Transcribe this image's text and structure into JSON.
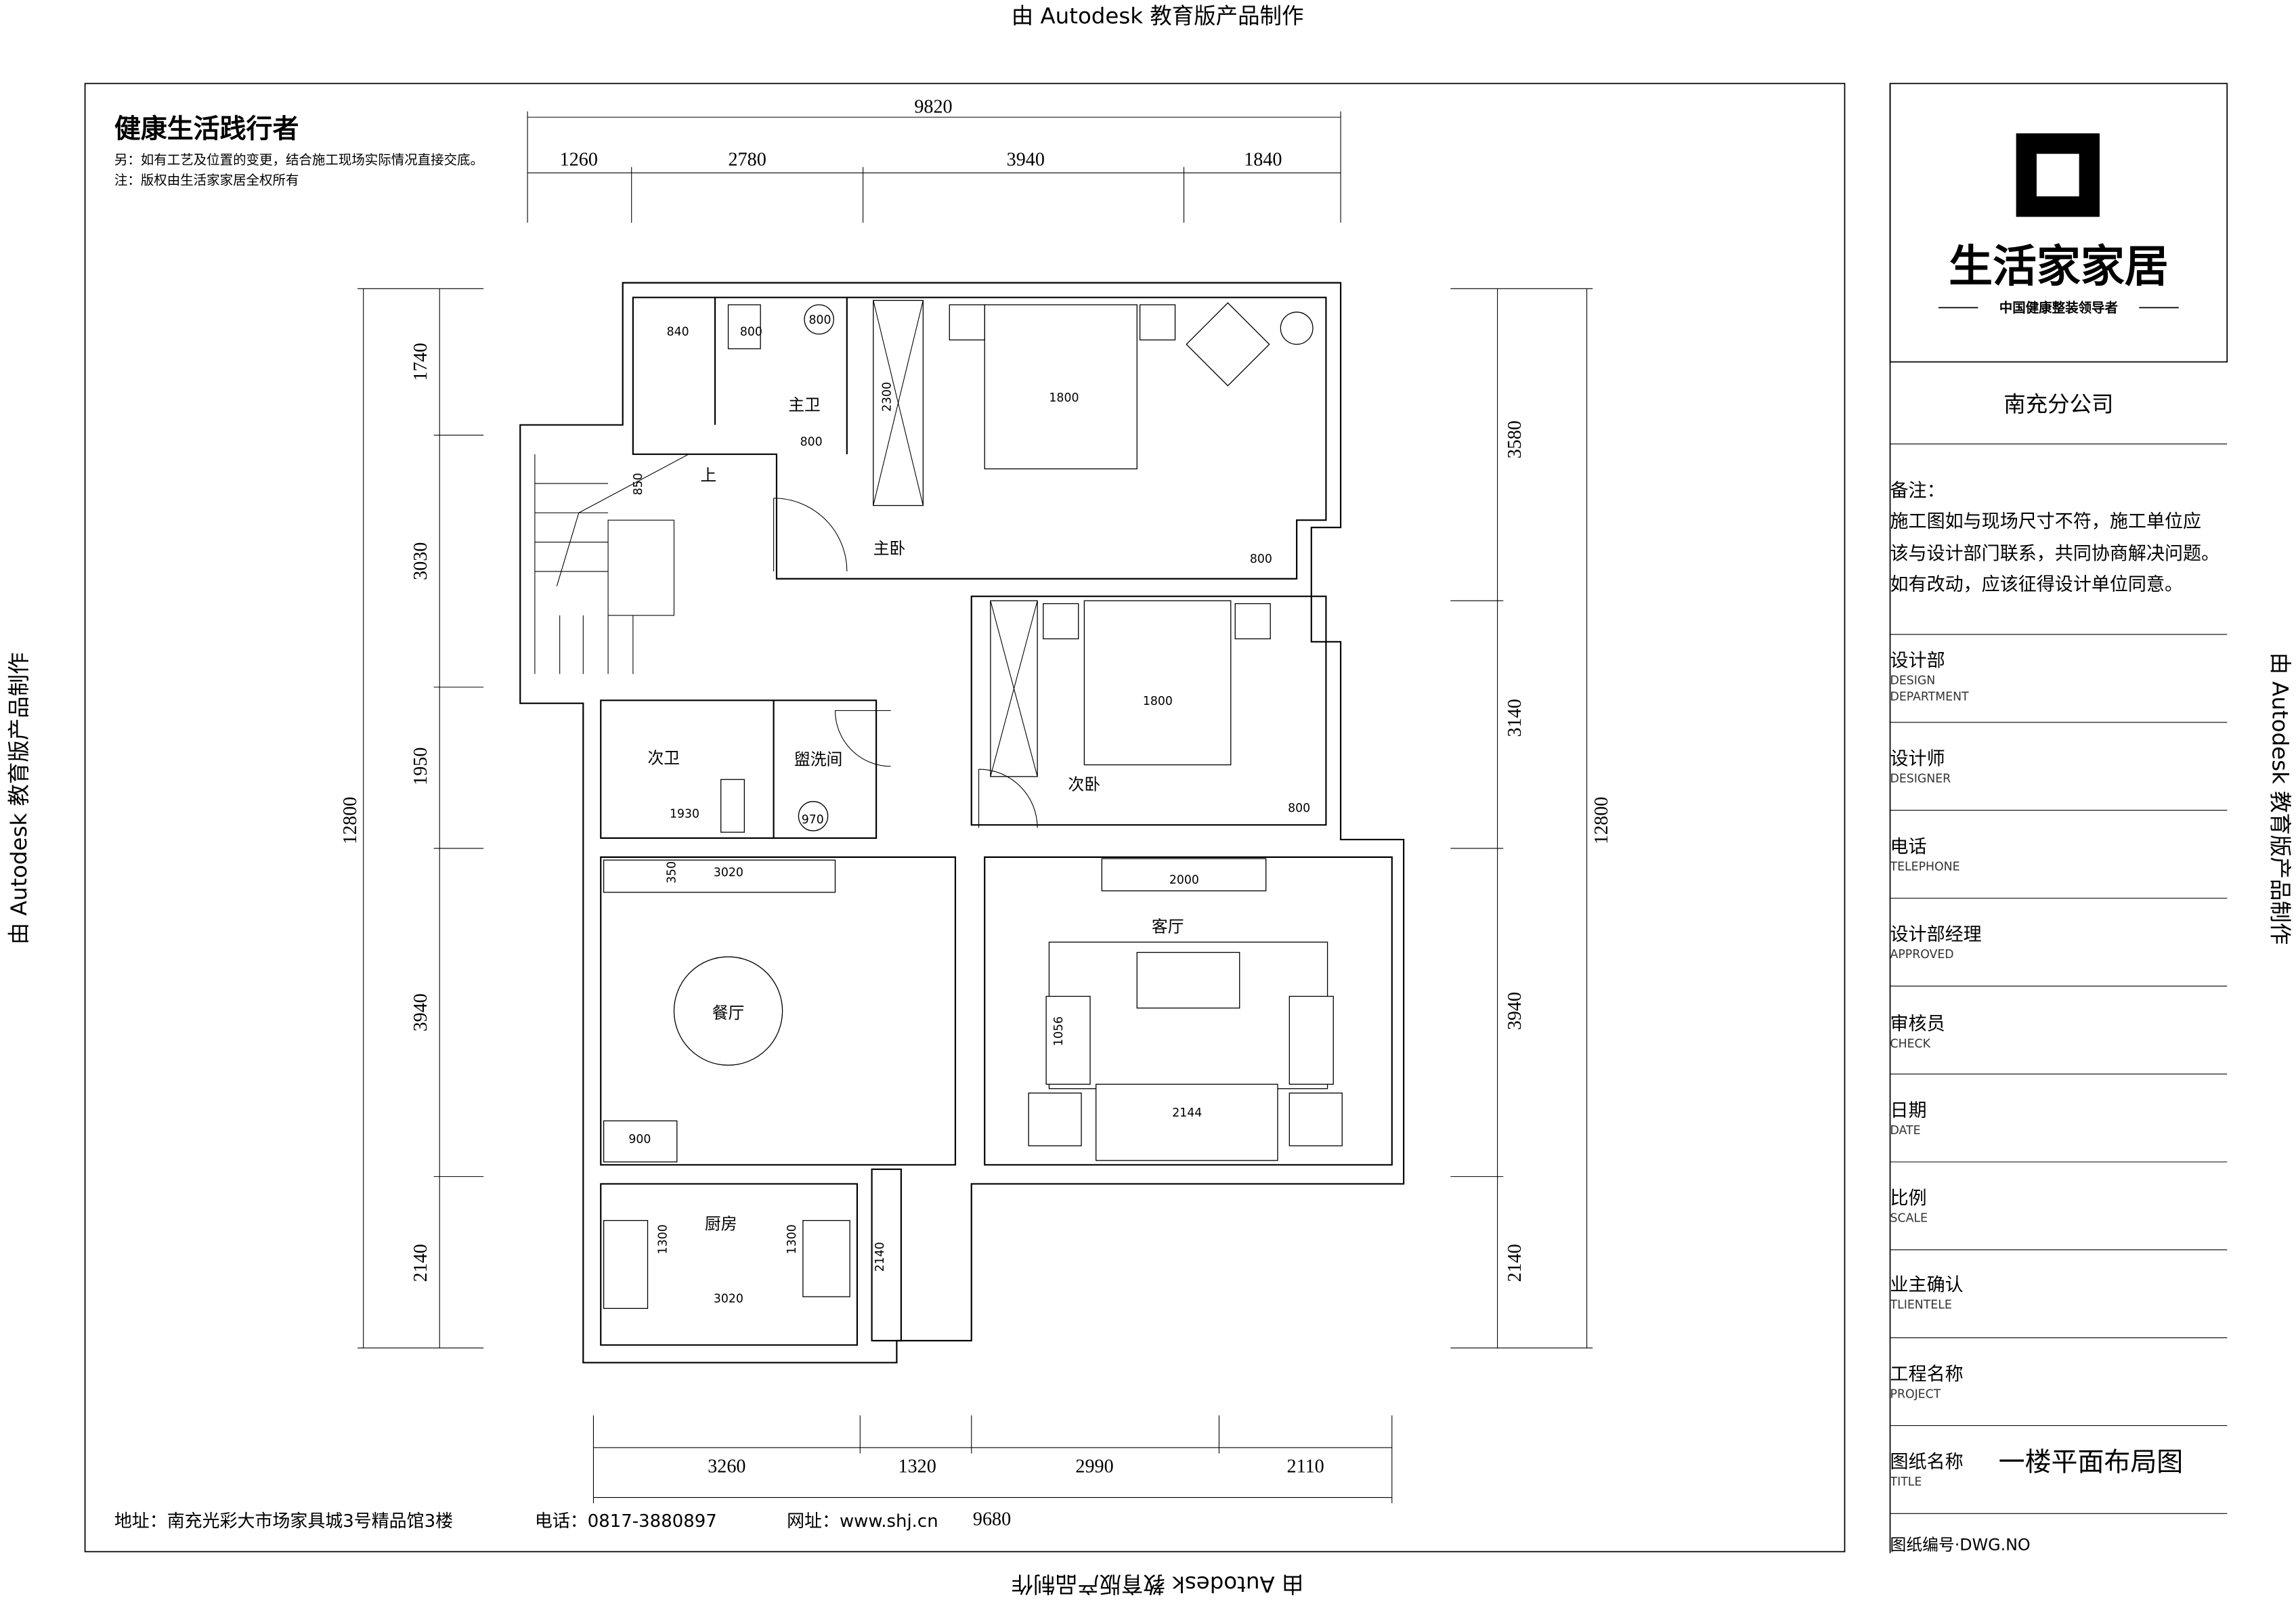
{
  "watermark": "由 Autodesk 教育版产品制作",
  "header": {
    "title": "健康生活践行者",
    "note1": "另：如有工艺及位置的变更，结合施工现场实际情况直接交底。",
    "note2": "注：版权由生活家家居全权所有"
  },
  "dimensions": {
    "top_total": "9820",
    "top": [
      "1260",
      "2780",
      "3940",
      "1840"
    ],
    "left_total": "12800",
    "left": [
      "1740",
      "3030",
      "1950",
      "3940",
      "2140"
    ],
    "right_total": "12800",
    "right": [
      "3580",
      "3140",
      "3940",
      "2140"
    ],
    "bottom_total": "9680",
    "bottom": [
      "3260",
      "1320",
      "2990",
      "2110"
    ]
  },
  "plan": {
    "rooms": [
      "主卫",
      "主卧",
      "上",
      "次卫",
      "盥洗间",
      "次卧",
      "客厅",
      "餐厅",
      "厨房"
    ],
    "labels": [
      "840",
      "800",
      "800",
      "2300",
      "1800",
      "800",
      "850",
      "800",
      "1800",
      "800",
      "1930",
      "970",
      "350",
      "3020",
      "2000",
      "1056",
      "2144",
      "900",
      "1300",
      "1300",
      "2140",
      "3020"
    ]
  },
  "footer": {
    "address": "地址：南充光彩大市场家具城3号精品馆3楼",
    "phone": "电话：0817-3880897",
    "website": "网址：www.shj.cn"
  },
  "title_block": {
    "logo_name": "生活家家居",
    "logo_slogan": "中国健康整装领导者",
    "branch": "南充分公司",
    "remarks_title": "备注：",
    "remarks": [
      "施工图如与现场尺寸不符，施工单位应",
      "该与设计部门联系，共同协商解决问题。",
      "如有改动，应该征得设计单位同意。"
    ],
    "fields": [
      {
        "cn": "设计部",
        "en": "DESIGN",
        "en2": "DEPARTMENT"
      },
      {
        "cn": "设计师",
        "en": "DESIGNER"
      },
      {
        "cn": "电话",
        "en": "TELEPHONE"
      },
      {
        "cn": "设计部经理",
        "en": "APPROVED"
      },
      {
        "cn": "审核员",
        "en": "CHECK"
      },
      {
        "cn": "日期",
        "en": "DATE"
      },
      {
        "cn": "比例",
        "en": "SCALE"
      },
      {
        "cn": "业主确认",
        "en": "TLIENTELE"
      },
      {
        "cn": "工程名称",
        "en": "PROJECT"
      },
      {
        "cn": "图纸名称",
        "en": "TITLE",
        "value": "一楼平面布局图"
      }
    ],
    "dwg_no": "图纸编号·DWG.NO"
  }
}
